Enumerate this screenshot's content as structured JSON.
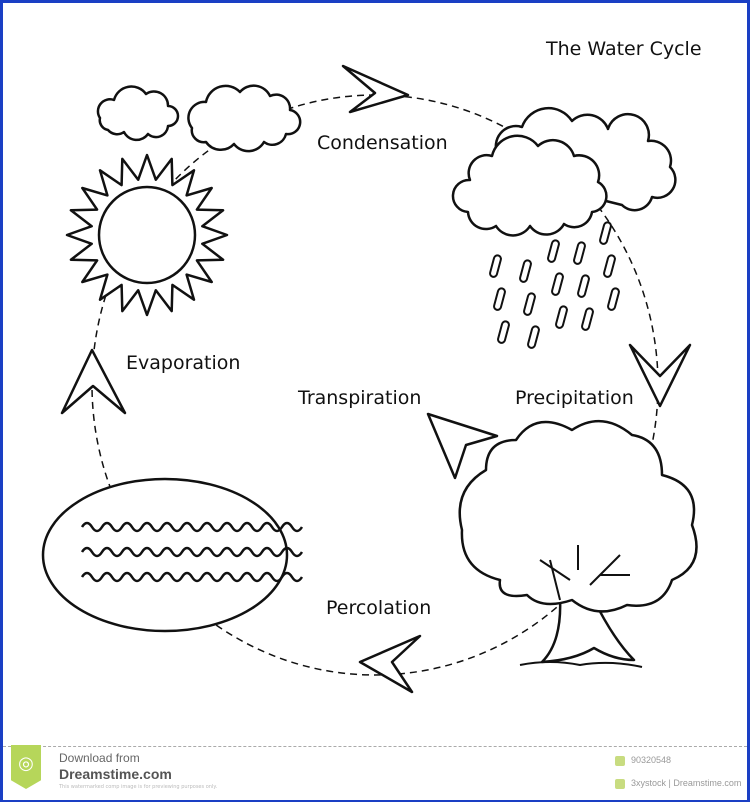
{
  "title": "The Water Cycle",
  "labels": {
    "condensation": "Condensation",
    "evaporation": "Evaporation",
    "transpiration": "Transpiration",
    "precipitation": "Precipitation",
    "percolation": "Percolation"
  },
  "watermark": {
    "download_from": "Download from",
    "site": "Dreamstime.com",
    "note": "This watermarked comp image is for previewing purposes only.",
    "image_id": "90320548",
    "credit": "3xystock | Dreamstime.com"
  },
  "colors": {
    "frame": "#1a3fc4",
    "watermark_accent": "#b6d65a"
  }
}
